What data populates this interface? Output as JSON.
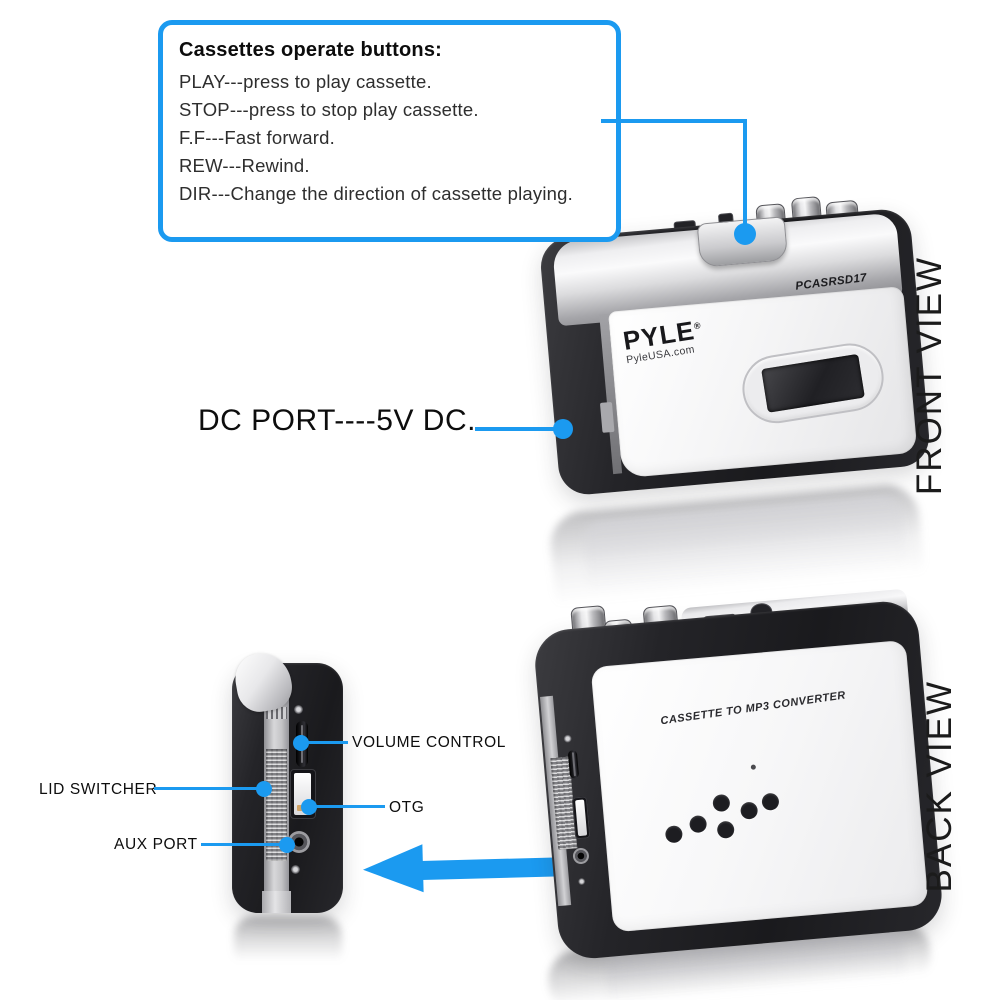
{
  "colors": {
    "accent_blue": "#1b9af0",
    "device_black": "#1e1e21",
    "device_silver": "#d8d8db",
    "face_white": "#f6f6f7"
  },
  "callout": {
    "title": "Cassettes operate buttons:",
    "lines": [
      "PLAY---press to play cassette.",
      "STOP---press to stop play cassette.",
      "F.F---Fast forward.",
      "REW---Rewind.",
      "DIR---Change the direction of cassette playing."
    ]
  },
  "labels": {
    "dc_port": "DC PORT----5V DC.",
    "front_view": "FRONT VIEW",
    "back_view": "BACK VIEW",
    "volume_control": "VOLUME CONTROL",
    "lid_switcher": "LID SWITCHER",
    "otg": "OTG",
    "aux_port": "AUX PORT"
  },
  "front_device": {
    "brand": "PYLE",
    "brand_reg": "®",
    "brand_site": "PyleUSA.com",
    "model": "PCASRSD17"
  },
  "back_device": {
    "face_text": "CASSETTE TO MP3 CONVERTER"
  }
}
